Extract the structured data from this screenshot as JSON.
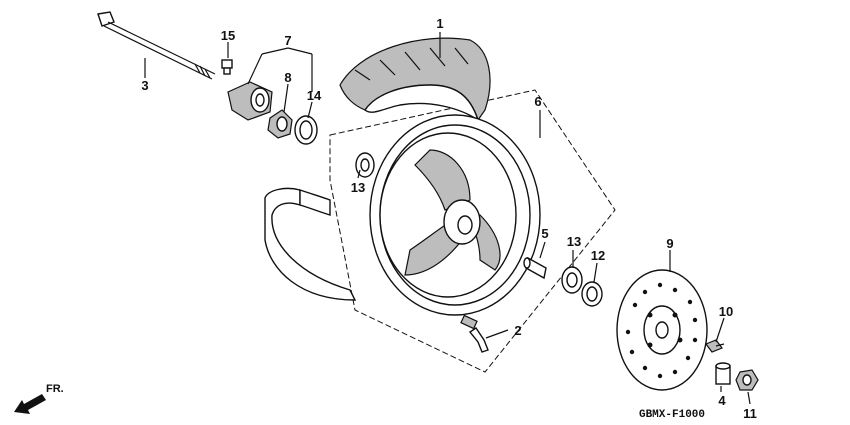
{
  "callouts": {
    "c1": "1",
    "c2": "2",
    "c3": "3",
    "c4": "4",
    "c5": "5",
    "c6": "6",
    "c7": "7",
    "c8": "8",
    "c9": "9",
    "c10": "10",
    "c11": "11",
    "c12": "12",
    "c13a": "13",
    "c13b": "13",
    "c14": "14",
    "c15": "15"
  },
  "direction_label": "FR.",
  "diagram_code": "GBMX-F1000"
}
